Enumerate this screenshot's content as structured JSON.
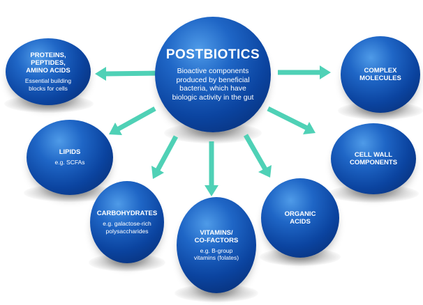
{
  "center": {
    "title": "POSTBIOTICS",
    "description_lines": [
      "Bioactive components",
      "produced by beneficial",
      "bacteria, which have",
      "biologic activity in the gut"
    ]
  },
  "nodes": [
    {
      "id": "proteins",
      "title_lines": [
        "PROTEINS,",
        "PEPTIDES,",
        "AMINO ACIDS"
      ],
      "subtitle_lines": [
        "Essential building",
        "blocks for cells"
      ]
    },
    {
      "id": "lipids",
      "title_lines": [
        "LIPIDS"
      ],
      "subtitle_lines": [
        "e.g. SCFAs"
      ]
    },
    {
      "id": "carbohydrates",
      "title_lines": [
        "CARBOHYDRATES"
      ],
      "subtitle_lines": [
        "e.g. galactose-rich",
        "polysaccharides"
      ]
    },
    {
      "id": "vitamins",
      "title_lines": [
        "VITAMINS/",
        "CO-FACTORS"
      ],
      "subtitle_lines": [
        "e.g. B-group",
        "vitamins (folates)"
      ]
    },
    {
      "id": "organic-acids",
      "title_lines": [
        "ORGANIC",
        "ACIDS"
      ],
      "subtitle_lines": []
    },
    {
      "id": "cell-wall",
      "title_lines": [
        "CELL WALL",
        "COMPONENTS"
      ],
      "subtitle_lines": []
    },
    {
      "id": "complex-molecules",
      "title_lines": [
        "COMPLEX",
        "MOLECULES"
      ],
      "subtitle_lines": []
    }
  ],
  "colors": {
    "sphere_highlight": "#4f9be8",
    "sphere_mid": "#1f66c6",
    "sphere_dark": "#06296b",
    "arrow": "#4fd1b6",
    "text": "#ffffff",
    "background": "#ffffff"
  }
}
